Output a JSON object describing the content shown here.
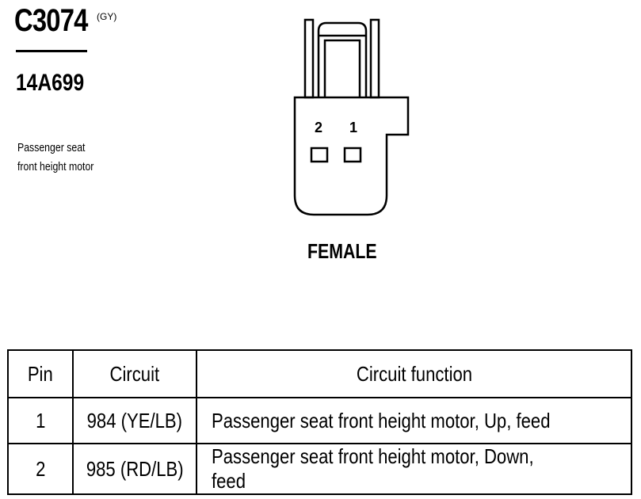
{
  "header": {
    "connector_id": "C3074",
    "color_code": "(GY)",
    "part_number": "14A699",
    "description_line1": "Passenger seat",
    "description_line2": "front height motor"
  },
  "connector": {
    "pin_labels": [
      "2",
      "1"
    ],
    "gender": "FEMALE"
  },
  "table": {
    "headers": [
      "Pin",
      "Circuit",
      "Circuit function"
    ],
    "rows": [
      {
        "pin": "1",
        "circuit": "984 (YE/LB)",
        "function": "Passenger seat front height motor, Up, feed"
      },
      {
        "pin": "2",
        "circuit": "985 (RD/LB)",
        "function": "Passenger seat front height motor, Down, feed"
      }
    ]
  }
}
